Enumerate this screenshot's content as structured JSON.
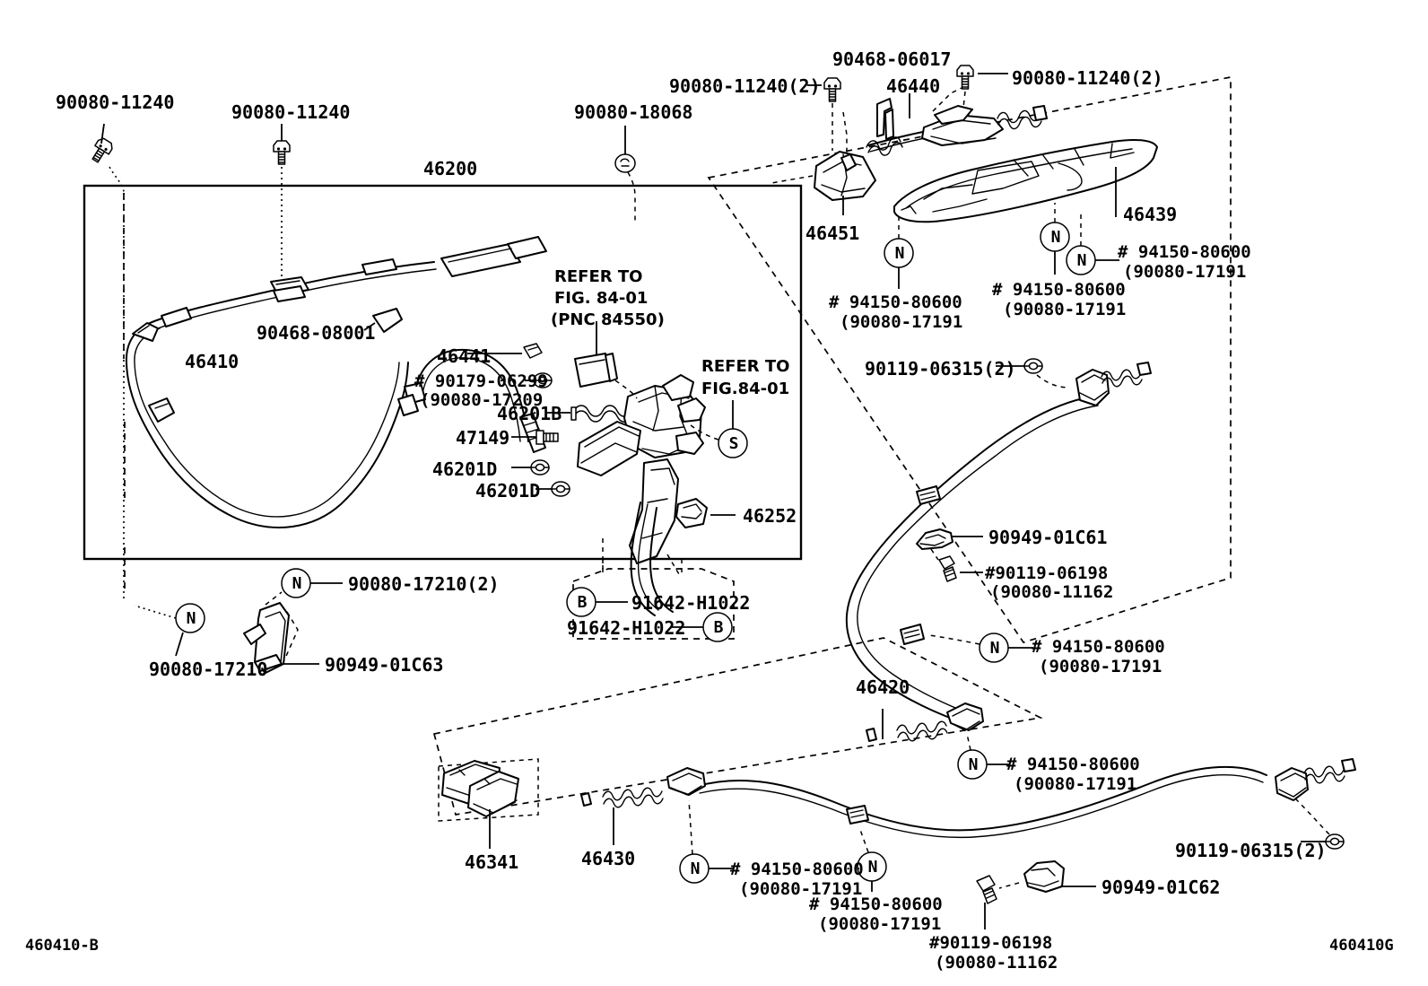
{
  "diagram": {
    "corner_code_left": "460410-B",
    "corner_code_right": "460410G",
    "main_group": "46200"
  },
  "labels": {
    "top_left_1": "90080-11240",
    "top_left_2": "90080-11240",
    "top_mid_1": "90080-18068",
    "top_mid_2": "90080-11240(2)",
    "top_mid_3": "90468-06017",
    "top_mid_4": "46440",
    "top_right_1": "90080-11240(2)",
    "group_46200": "46200",
    "cable_46410": "46410",
    "clip_90468_08001": "90468-08001",
    "part_46441": "46441",
    "part_90179_l1": "# 90179-06299",
    "part_90179_l2": "(90080-17209",
    "part_46201B": "46201B",
    "part_47149": "47149",
    "part_46201D_a": "46201D",
    "part_46201D_b": "46201D",
    "part_46252": "46252",
    "refer_a_l1": "REFER TO",
    "refer_a_l2": "FIG. 84-01",
    "refer_a_l3": "(PNC 84550)",
    "refer_b_l1": "REFER TO",
    "refer_b_l2": "FIG.84-01",
    "part_46451": "46451",
    "part_46439": "46439",
    "n_94150_a_l1": "# 94150-80600",
    "n_94150_a_l2": "(90080-17191",
    "n_94150_b_l1": "# 94150-80600",
    "n_94150_b_l2": "(90080-17191",
    "n_94150_c_l1": "# 94150-80600",
    "n_94150_c_l2": "(90080-17191",
    "n_94150_d_l1": "# 94150-80600",
    "n_94150_d_l2": "(90080-17191",
    "n_94150_e_l1": "# 94150-80600",
    "n_94150_e_l2": "(90080-17191",
    "n_94150_f_l1": "# 94150-80600",
    "n_94150_f_l2": "(90080-17191",
    "n_94150_g_l1": "# 94150-80600",
    "n_94150_g_l2": "(90080-17191",
    "part_90119_06315_a": "90119-06315(2)",
    "part_90119_06315_b": "90119-06315(2)",
    "part_90949_01C61": "90949-01C61",
    "part_90949_01C62": "90949-01C62",
    "part_90949_01C63": "90949-01C63",
    "part_90119_06198_a_l1": "#90119-06198",
    "part_90119_06198_a_l2": "(90080-11162",
    "part_90119_06198_b_l1": "#90119-06198",
    "part_90119_06198_b_l2": "(90080-11162",
    "n_90080_17210_2": "90080-17210(2)",
    "n_90080_17210": "90080-17210",
    "b_91642_a": "91642-H1022",
    "b_91642_b": "91642-H1022",
    "part_46420": "46420",
    "part_46430": "46430",
    "part_46341": "46341",
    "callout_N": "N",
    "callout_B": "B",
    "callout_S": "S"
  }
}
